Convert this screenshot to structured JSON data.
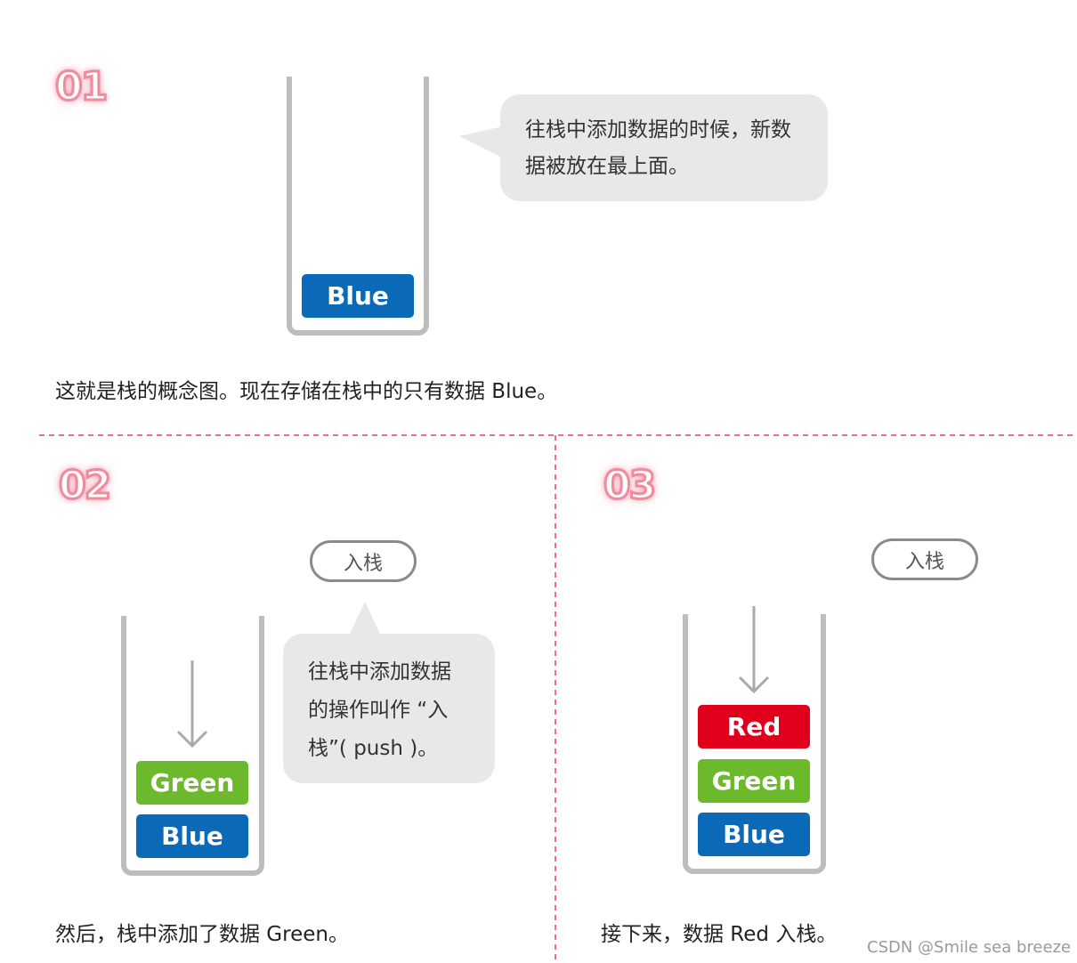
{
  "panel1": {
    "step": "01",
    "bubble_line1": "往栈中添加数据的时候，新数",
    "bubble_line2": "据被放在最上面。",
    "blocks": [
      {
        "label": "Blue",
        "color": "#0a6ab7"
      }
    ],
    "caption": "这就是栈的概念图。现在存储在栈中的只有数据 Blue。"
  },
  "panel2": {
    "step": "02",
    "pill": "入栈",
    "bubble_line1": "往栈中添加数据",
    "bubble_line2": "的操作叫作 “入",
    "bubble_line3": "栈”( push )。",
    "blocks": [
      {
        "label": "Green",
        "color": "#6cb92c"
      },
      {
        "label": "Blue",
        "color": "#0a6ab7"
      }
    ],
    "caption": "然后，栈中添加了数据 Green。"
  },
  "panel3": {
    "step": "03",
    "pill": "入栈",
    "blocks": [
      {
        "label": "Red",
        "color": "#e0001b"
      },
      {
        "label": "Green",
        "color": "#6cb92c"
      },
      {
        "label": "Blue",
        "color": "#0a6ab7"
      }
    ],
    "caption": "接下来，数据 Red 入栈。"
  },
  "watermark": "CSDN @Smile sea breeze",
  "colors": {
    "divider": "#ec6f86",
    "container": "#bdbdbd",
    "bubble": "#e8e8e9",
    "arrow": "#aaaaaa"
  }
}
